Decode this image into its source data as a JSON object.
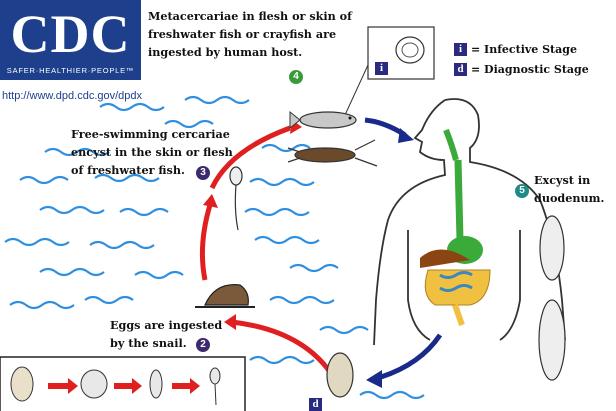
{
  "logo": {
    "text": "CDC",
    "tagline": "SAFER·HEALTHIER·PEOPLE™"
  },
  "url": "http://www.dpd.cdc.gov/dpdx",
  "legend": {
    "infective": {
      "symbol": "i",
      "label": "= Infective Stage"
    },
    "diagnostic": {
      "symbol": "d",
      "label": "= Diagnostic Stage"
    }
  },
  "steps": [
    {
      "number": "4",
      "lines": [
        "Metacercariae in flesh or skin of",
        "freshwater fish or crayfish are",
        "ingested by human host."
      ],
      "color": "#3a9a3a"
    },
    {
      "number": "3",
      "lines": [
        "Free-swimming cercariae",
        "encyst in the skin or flesh",
        "of freshwater fish."
      ],
      "color": "#3d2a6e"
    },
    {
      "number": "5",
      "lines": [
        "Excyst in",
        "duodenum."
      ],
      "color": "#1f8a8a"
    },
    {
      "number": "2",
      "lines": [
        "Eggs are ingested",
        "by the snail."
      ],
      "color": "#3d2a6e"
    }
  ],
  "colors": {
    "water": "#2e8fe0",
    "red_arrow": "#e02020",
    "blue_arrow": "#1a2a8a",
    "gut_green": "#3aaa3a",
    "colon": "#f0c040"
  }
}
